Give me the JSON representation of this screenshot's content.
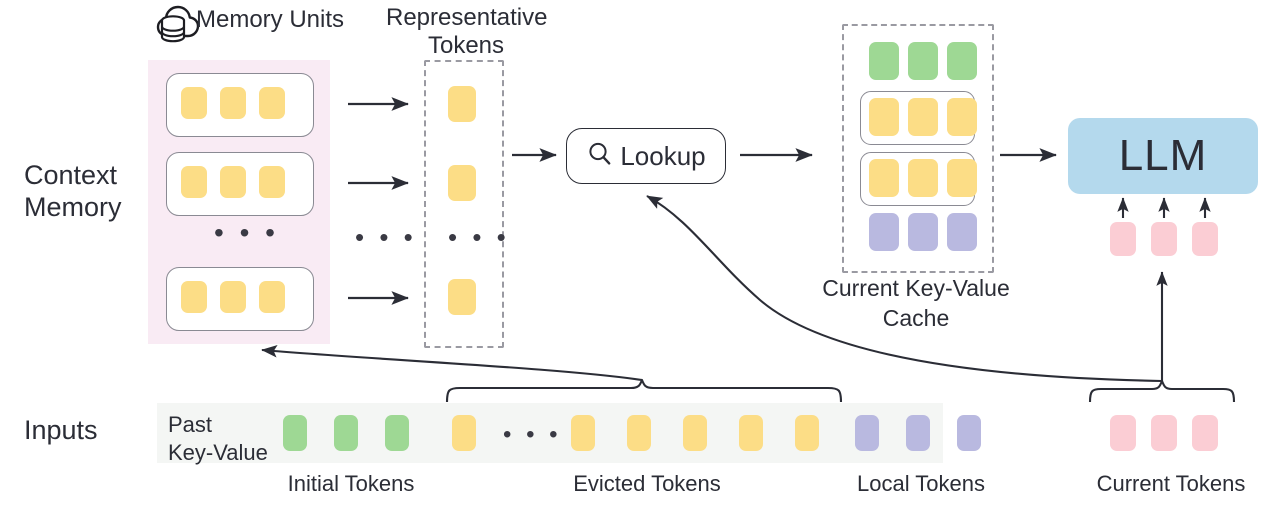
{
  "diagram": {
    "title_absent": true,
    "side_labels": {
      "context_memory": "Context\nMemory",
      "inputs": "Inputs"
    },
    "memory_units": {
      "label": "Memory Units",
      "icon": "cloud-database-icon",
      "panel_color": "#f9ebf4",
      "unit_count_shown": 3,
      "tokens_per_unit": 3,
      "token_color": "#fcdd86",
      "ellipsis": "• • •"
    },
    "representative_tokens": {
      "label": "Representative\nTokens",
      "token_color": "#fcdd86",
      "tokens_shown": 3,
      "ellipsis": "• • •",
      "mid_ellipsis": "• • •"
    },
    "lookup": {
      "label": "Lookup",
      "icon": "search-icon"
    },
    "kv_cache": {
      "label": "Current Key-Value\nCache",
      "rows": [
        {
          "name": "initial-tokens-row",
          "color": "#9ed894",
          "count": 3,
          "boxed": false
        },
        {
          "name": "retrieved-tokens-row-1",
          "color": "#fcdd86",
          "count": 3,
          "boxed": true
        },
        {
          "name": "retrieved-tokens-row-2",
          "color": "#fcdd86",
          "count": 3,
          "boxed": true
        },
        {
          "name": "local-tokens-row",
          "color": "#b9b9e0",
          "count": 3,
          "boxed": false
        }
      ]
    },
    "llm": {
      "label": "LLM",
      "box_color": "#b4d9ed",
      "current_tokens_count": 3,
      "current_tokens_color": "#fbcdd4"
    },
    "inputs_row": {
      "past_kv_label": "Past\nKey-Value",
      "strip_color": "#f4f6f4",
      "ellipsis": "• • •",
      "tokens": [
        {
          "color": "#9ed894",
          "group": "initial"
        },
        {
          "color": "#9ed894",
          "group": "initial"
        },
        {
          "color": "#9ed894",
          "group": "initial"
        },
        {
          "color": "#fcdd86",
          "group": "evicted"
        },
        {
          "color": "#fcdd86",
          "group": "evicted"
        },
        {
          "color": "#fcdd86",
          "group": "evicted"
        },
        {
          "color": "#fcdd86",
          "group": "evicted"
        },
        {
          "color": "#fcdd86",
          "group": "evicted"
        },
        {
          "color": "#fcdd86",
          "group": "evicted"
        },
        {
          "color": "#b9b9e0",
          "group": "local"
        },
        {
          "color": "#b9b9e0",
          "group": "local"
        },
        {
          "color": "#b9b9e0",
          "group": "local"
        }
      ],
      "current_tokens": [
        {
          "color": "#fbcdd4"
        },
        {
          "color": "#fbcdd4"
        },
        {
          "color": "#fbcdd4"
        }
      ],
      "group_labels": {
        "initial": "Initial Tokens",
        "evicted": "Evicted Tokens",
        "local": "Local Tokens",
        "current": "Current Tokens"
      }
    },
    "colors": {
      "yellow": "#fcdd86",
      "green": "#9ed894",
      "purple": "#b9b9e0",
      "pink_token": "#fbcdd4",
      "pink_panel": "#f9ebf4",
      "blue_llm": "#b4d9ed",
      "strip_gray": "#f4f6f4",
      "stroke": "#2b2d36",
      "dashed_stroke": "#9a9aa2"
    }
  }
}
